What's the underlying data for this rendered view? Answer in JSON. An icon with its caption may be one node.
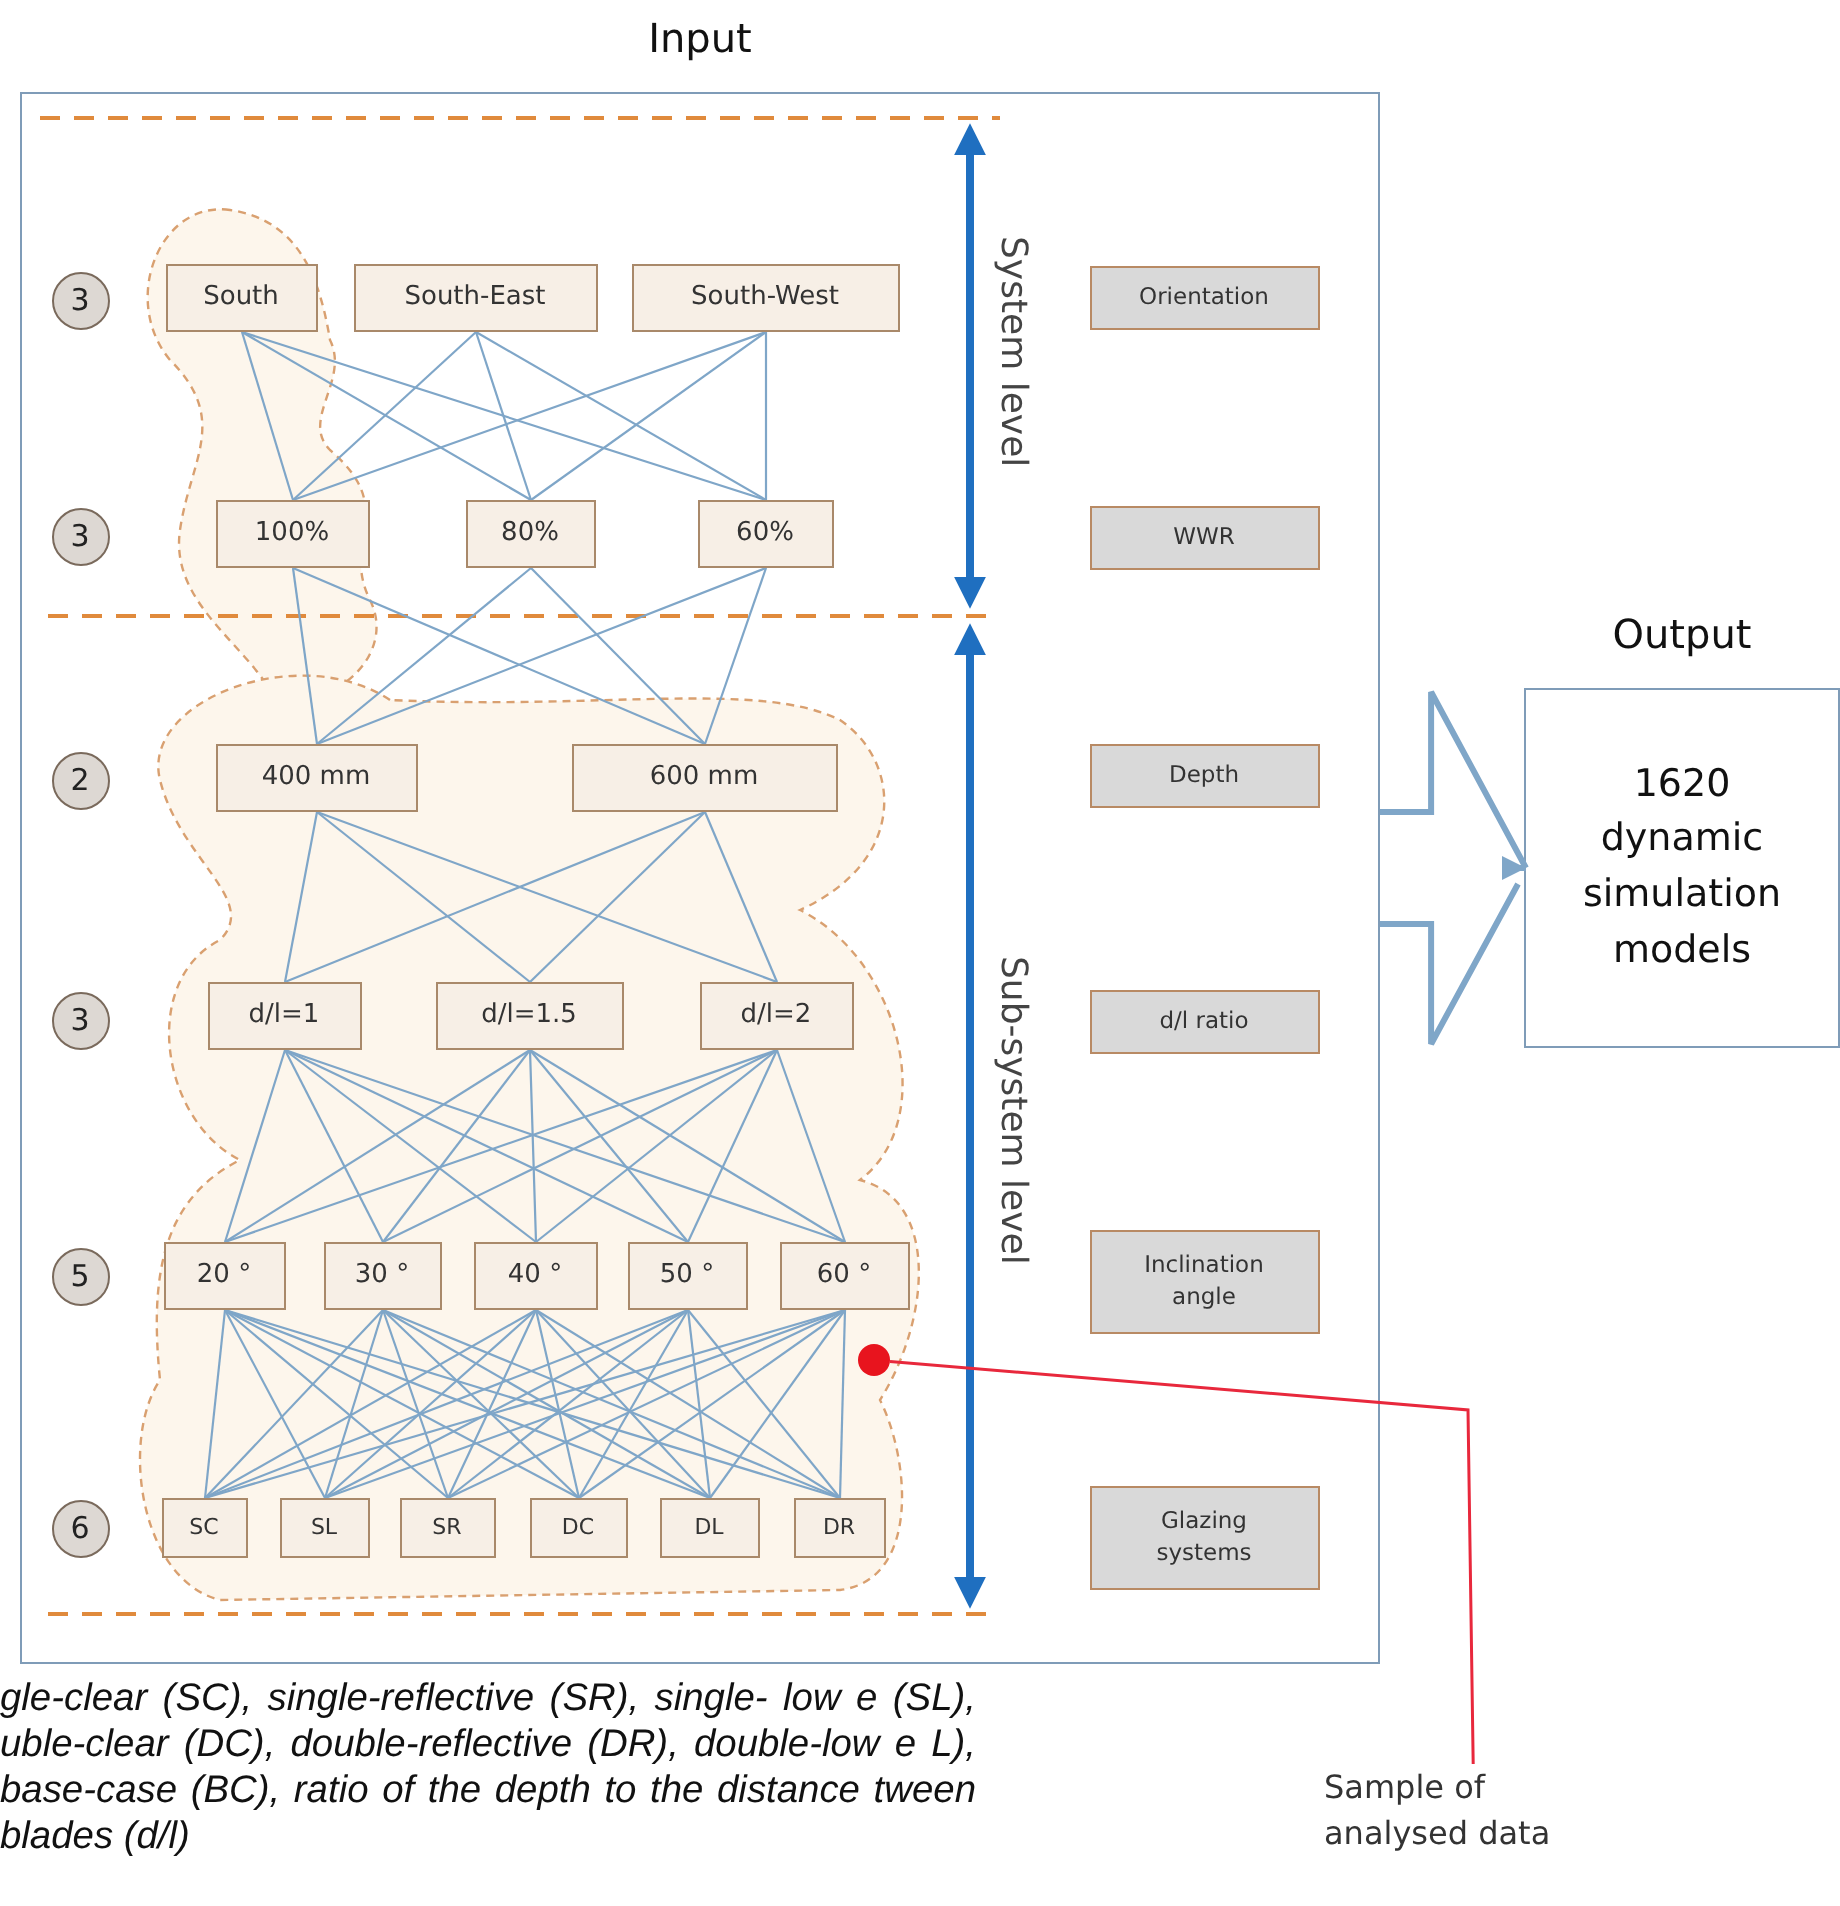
{
  "diagram": {
    "caption": "gle-clear (SC), single-reflective (SR), single- low e (SL), uble-clear (DC), double-reflective (DR), double-low e L), base-case (BC), ratio of the depth to the distance tween blades (d/l)",
    "nodes": [
      {
        "text": [
          "Input"
        ]
      },
      {
        "text": [
          "3"
        ],
        "in": 0
      },
      {
        "text": [
          "South"
        ],
        "in": 0
      },
      {
        "text": [
          "South-East"
        ],
        "in": 0
      },
      {
        "text": [
          "South-West"
        ],
        "in": 0
      },
      {
        "text": [
          "Orientation"
        ],
        "in": 0
      },
      {
        "text": [
          "3"
        ],
        "in": 0
      },
      {
        "text": [
          "100%"
        ],
        "in": 0
      },
      {
        "text": [
          "80%"
        ],
        "in": 0
      },
      {
        "text": [
          "60%"
        ],
        "in": 0
      },
      {
        "text": [
          "WWR"
        ],
        "in": 0
      },
      {
        "text": [
          "2"
        ],
        "in": 0
      },
      {
        "text": [
          "400 mm"
        ],
        "in": 0
      },
      {
        "text": [
          "600 mm"
        ],
        "in": 0
      },
      {
        "text": [
          "Depth"
        ],
        "in": 0
      },
      {
        "text": [
          "3"
        ],
        "in": 0
      },
      {
        "text": [
          "d/l=1"
        ],
        "in": 0
      },
      {
        "text": [
          "d/l=1.5"
        ],
        "in": 0
      },
      {
        "text": [
          "d/l=2"
        ],
        "in": 0
      },
      {
        "text": [
          "d/l ratio"
        ],
        "in": 0
      },
      {
        "text": [
          "5"
        ],
        "in": 0
      },
      {
        "text": [
          "20 °"
        ],
        "in": 0
      },
      {
        "text": [
          "30 °"
        ],
        "in": 0
      },
      {
        "text": [
          "40 °"
        ],
        "in": 0
      },
      {
        "text": [
          "50 °"
        ],
        "in": 0
      },
      {
        "text": [
          "60 °"
        ],
        "in": 0
      },
      {
        "text": [
          "Inclination angle"
        ],
        "in": 0
      },
      {
        "text": [
          "6"
        ],
        "in": 0
      },
      {
        "text": [
          "SC"
        ],
        "in": 0
      },
      {
        "text": [
          "SL"
        ],
        "in": 0
      },
      {
        "text": [
          "SR"
        ],
        "in": 0
      },
      {
        "text": [
          "DC"
        ],
        "in": 0
      },
      {
        "text": [
          "DL"
        ],
        "in": 0
      },
      {
        "text": [
          "DR"
        ],
        "in": 0
      },
      {
        "text": [
          "Glazing systems"
        ],
        "in": 0
      },
      {
        "text": [
          "Output",
          "1620 dynamic simulation models"
        ]
      },
      {
        "text": [],
        "shape": "circle",
        "in": 0
      },
      {
        "text": [
          "Sample of analysed data"
        ]
      }
    ],
    "edges": [
      {
        "from": 2,
        "to": 7,
        "arrow": "none"
      },
      {
        "from": 2,
        "to": 8,
        "arrow": "none"
      },
      {
        "from": 2,
        "to": 9,
        "arrow": "none"
      },
      {
        "from": 3,
        "to": 7,
        "arrow": "none"
      },
      {
        "from": 3,
        "to": 8,
        "arrow": "none"
      },
      {
        "from": 3,
        "to": 9,
        "arrow": "none"
      },
      {
        "from": 4,
        "to": 7,
        "arrow": "none"
      },
      {
        "from": 4,
        "to": 8,
        "arrow": "none"
      },
      {
        "from": 4,
        "to": 9,
        "arrow": "none"
      },
      {
        "from": 7,
        "to": 12,
        "arrow": "none"
      },
      {
        "from": 7,
        "to": 13,
        "arrow": "none"
      },
      {
        "from": 8,
        "to": 12,
        "arrow": "none"
      },
      {
        "from": 8,
        "to": 13,
        "arrow": "none"
      },
      {
        "from": 9,
        "to": 12,
        "arrow": "none"
      },
      {
        "from": 9,
        "to": 13,
        "arrow": "none"
      },
      {
        "from": 12,
        "to": 16,
        "arrow": "none"
      },
      {
        "from": 12,
        "to": 17,
        "arrow": "none"
      },
      {
        "from": 12,
        "to": 18,
        "arrow": "none"
      },
      {
        "from": 13,
        "to": 16,
        "arrow": "none"
      },
      {
        "from": 13,
        "to": 17,
        "arrow": "none"
      },
      {
        "from": 13,
        "to": 18,
        "arrow": "none"
      },
      {
        "from": 16,
        "to": 21,
        "arrow": "none"
      },
      {
        "from": 16,
        "to": 22,
        "arrow": "none"
      },
      {
        "from": 16,
        "to": 23,
        "arrow": "none"
      },
      {
        "from": 16,
        "to": 24,
        "arrow": "none"
      },
      {
        "from": 16,
        "to": 25,
        "arrow": "none"
      },
      {
        "from": 17,
        "to": 21,
        "arrow": "none"
      },
      {
        "from": 17,
        "to": 22,
        "arrow": "none"
      },
      {
        "from": 17,
        "to": 23,
        "arrow": "none"
      },
      {
        "from": 17,
        "to": 24,
        "arrow": "none"
      },
      {
        "from": 17,
        "to": 25,
        "arrow": "none"
      },
      {
        "from": 18,
        "to": 21,
        "arrow": "none"
      },
      {
        "from": 18,
        "to": 22,
        "arrow": "none"
      },
      {
        "from": 18,
        "to": 23,
        "arrow": "none"
      },
      {
        "from": 18,
        "to": 24,
        "arrow": "none"
      },
      {
        "from": 18,
        "to": 25,
        "arrow": "none"
      },
      {
        "from": 21,
        "to": 28,
        "arrow": "none"
      },
      {
        "from": 21,
        "to": 29,
        "arrow": "none"
      },
      {
        "from": 21,
        "to": 30,
        "arrow": "none"
      },
      {
        "from": 21,
        "to": 31,
        "arrow": "none"
      },
      {
        "from": 21,
        "to": 32,
        "arrow": "none"
      },
      {
        "from": 21,
        "to": 33,
        "arrow": "none"
      },
      {
        "from": 22,
        "to": 28,
        "arrow": "none"
      },
      {
        "from": 22,
        "to": 29,
        "arrow": "none"
      },
      {
        "from": 22,
        "to": 30,
        "arrow": "none"
      },
      {
        "from": 22,
        "to": 31,
        "arrow": "none"
      },
      {
        "from": 22,
        "to": 32,
        "arrow": "none"
      },
      {
        "from": 22,
        "to": 33,
        "arrow": "none"
      },
      {
        "from": 23,
        "to": 28,
        "arrow": "none"
      },
      {
        "from": 23,
        "to": 29,
        "arrow": "none"
      },
      {
        "from": 23,
        "to": 30,
        "arrow": "none"
      },
      {
        "from": 23,
        "to": 31,
        "arrow": "none"
      },
      {
        "from": 23,
        "to": 32,
        "arrow": "none"
      },
      {
        "from": 23,
        "to": 33,
        "arrow": "none"
      },
      {
        "from": 24,
        "to": 28,
        "arrow": "none"
      },
      {
        "from": 24,
        "to": 29,
        "arrow": "none"
      },
      {
        "from": 24,
        "to": 30,
        "arrow": "none"
      },
      {
        "from": 24,
        "to": 31,
        "arrow": "none"
      },
      {
        "from": 24,
        "to": 32,
        "arrow": "none"
      },
      {
        "from": 24,
        "to": 33,
        "arrow": "none"
      },
      {
        "from": 25,
        "to": 28,
        "arrow": "none"
      },
      {
        "from": 25,
        "to": 29,
        "arrow": "none"
      },
      {
        "from": 25,
        "to": 30,
        "arrow": "none"
      },
      {
        "from": 25,
        "to": 31,
        "arrow": "none"
      },
      {
        "from": 25,
        "to": 32,
        "arrow": "none"
      },
      {
        "from": 25,
        "to": 33,
        "arrow": "none"
      },
      {
        "from": 0,
        "to": 35,
        "arrow": "to",
        "style": "thick"
      },
      {
        "from": 37,
        "to": 36,
        "arrow": "none",
        "color": "#e8283c"
      }
    ],
    "labels": [
      "System level",
      "Sub-system level"
    ]
  }
}
